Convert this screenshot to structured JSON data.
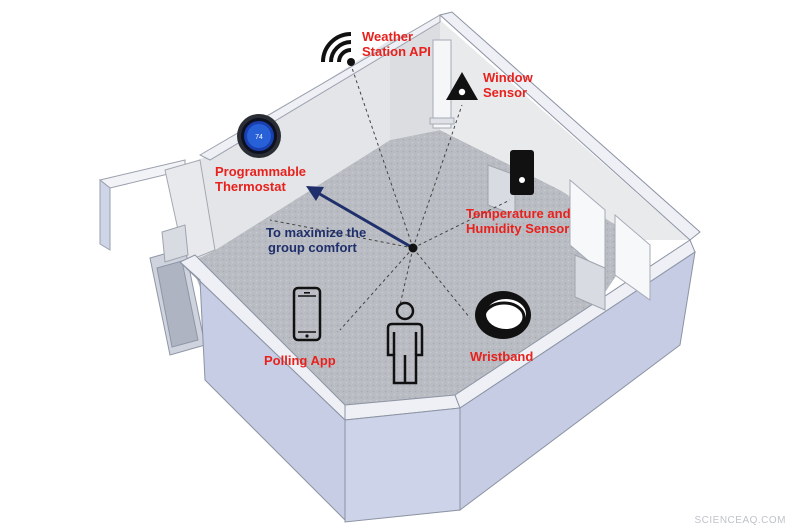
{
  "labels": {
    "weather": [
      "Weather",
      "Station API"
    ],
    "window": [
      "Window",
      "Sensor"
    ],
    "thermostat": [
      "Programmable",
      "Thermostat"
    ],
    "temp_humidity": [
      "Temperature and",
      "Humidity Sensor"
    ],
    "goal": [
      "To maximize the",
      "group comfort"
    ],
    "polling": "Polling App",
    "wristband": "Wristband",
    "thermostat_display": "74"
  },
  "watermark": "SCIENCEAQ.COM",
  "colors": {
    "label_red": "#e8211d",
    "arrow_navy": "#1f2f6b",
    "wall_face": "#c8cfe6",
    "wall_top": "#eef0f5",
    "floor": "#b9bcc2",
    "back_wall": "#e7e8ea"
  },
  "icons": [
    "wifi-icon",
    "triangle-icon",
    "thermostat-icon",
    "sensor-icon",
    "phone-icon",
    "person-icon",
    "wristband-icon"
  ]
}
